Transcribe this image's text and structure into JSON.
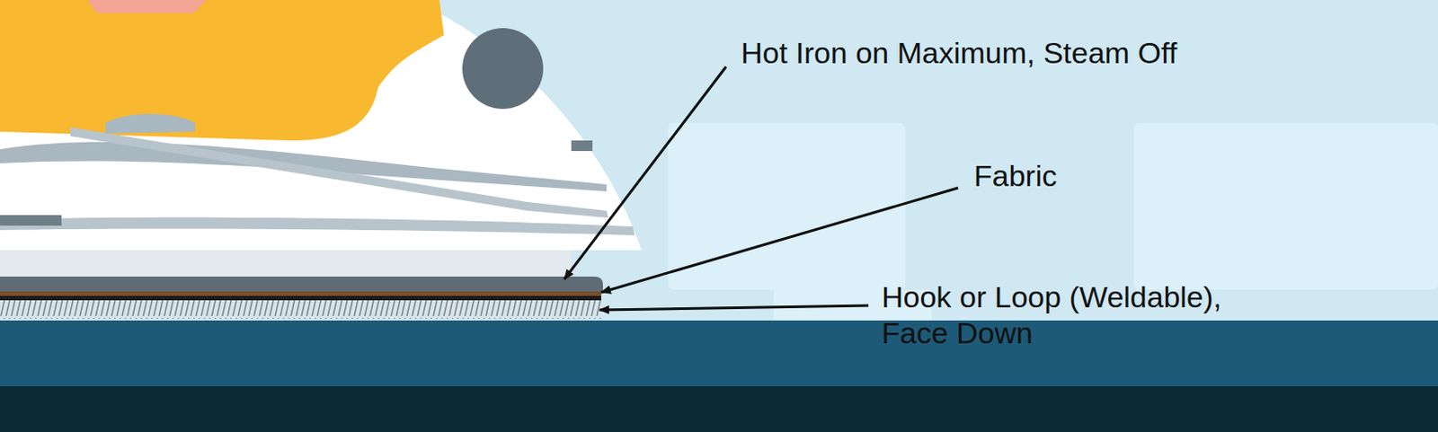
{
  "diagram": {
    "labels": [
      "Hot Iron on Maximum, Steam Off",
      "Fabric",
      "Hook or Loop (Weldable), Face Down"
    ]
  }
}
